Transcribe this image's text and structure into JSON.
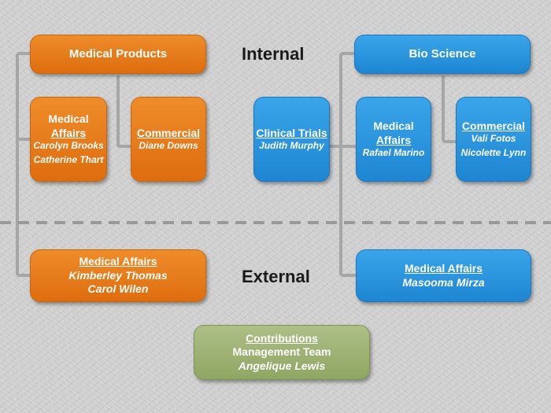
{
  "labels": {
    "internal": "Internal",
    "external": "External"
  },
  "medical_products": {
    "title": "Medical Products",
    "medical_affairs": {
      "heading_line1": "Medical",
      "heading_line2": "Affairs",
      "names": [
        "Carolyn Brooks",
        "Catherine Thart"
      ]
    },
    "commercial": {
      "heading": "Commercial",
      "names": [
        "Diane Downs"
      ]
    }
  },
  "bio_science": {
    "title": "Bio Science",
    "clinical_trials": {
      "heading": "Clinical Trials",
      "names": [
        "Judith Murphy"
      ]
    },
    "medical_affairs": {
      "heading_line1": "Medical",
      "heading_line2": "Affairs",
      "names": [
        "Rafael Marino"
      ]
    },
    "commercial": {
      "heading": "Commercial",
      "names": [
        "Vali Fotos",
        "Nicolette Lynn"
      ]
    }
  },
  "external": {
    "medical_products_affairs": {
      "heading": "Medical Affairs",
      "names": [
        "Kimberley Thomas",
        "Carol Wilen"
      ]
    },
    "bio_science_affairs": {
      "heading": "Medical Affairs",
      "names": [
        "Masooma Mirza"
      ]
    }
  },
  "contributions": {
    "heading": "Contributions",
    "line2": "Management Team",
    "name": "Angelique Lewis"
  },
  "colors": {
    "orange": "#e97a1c",
    "blue": "#2b97e0",
    "green": "#9db474",
    "connector": "#a9a9a9"
  }
}
